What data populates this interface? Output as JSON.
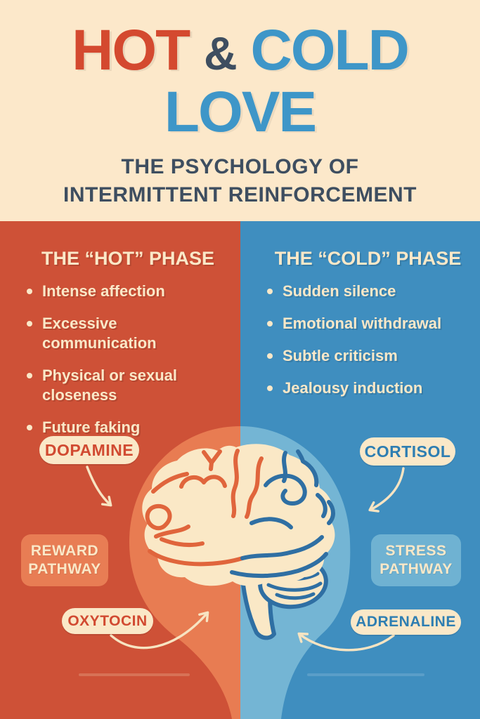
{
  "poster": {
    "title": {
      "hot": "HOT",
      "ampersand": "&",
      "cold": "COLD",
      "love": "LOVE"
    },
    "subtitle_line1": "THE PSYCHOLOGY OF",
    "subtitle_line2": "INTERMITTENT REINFORCEMENT"
  },
  "hot_phase": {
    "title": "THE “HOT” PHASE",
    "bullets": [
      "Intense affection",
      "Excessive communication",
      "Physical or sexual closeness",
      "Future faking"
    ],
    "hormone_top": "DOPAMINE",
    "pathway_label": "REWARD PATHWAY",
    "hormone_bottom": "OXYTOCIN"
  },
  "cold_phase": {
    "title": "THE “COLD” PHASE",
    "bullets": [
      "Sudden silence",
      "Emotional withdrawal",
      "Subtle criticism",
      "Jealousy induction"
    ],
    "hormone_top": "CORTISOL",
    "pathway_label": "STRESS PATHWAY",
    "hormone_bottom": "ADRENALINE"
  },
  "colors": {
    "cream_background": "#FCE8CA",
    "hot_red_background": "#CE5137",
    "cold_blue_background": "#3F8EBF",
    "title_red": "#D4492F",
    "title_blue": "#3E96C8",
    "title_navy": "#3E4E60",
    "cream_text": "#FAE8C8",
    "halo_orange": "#E87C52",
    "halo_blue": "#74B5D4",
    "brain_cream": "#FAE8C6",
    "brain_line_orange": "#E0653C",
    "brain_line_blue": "#2F6FA3",
    "reward_box": "#E87D54",
    "stress_box": "#6FB2D2",
    "pill_text_red": "#D14A31",
    "pill_text_blue": "#2E7EB2",
    "arrow_cream": "#F7E4C2"
  }
}
